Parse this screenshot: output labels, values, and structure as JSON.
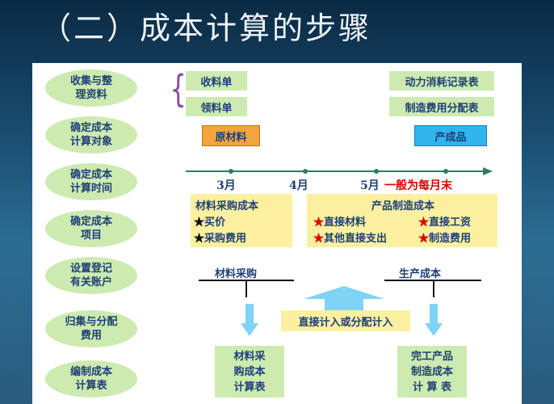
{
  "title": "（二）成本计算的步骤",
  "steps": [
    {
      "line1": "收集与整",
      "line2": "理资料"
    },
    {
      "line1": "确定成本",
      "line2": "计算对象"
    },
    {
      "line1": "确定成本",
      "line2": "计算时间"
    },
    {
      "line1": "确定成本",
      "line2": "项目"
    },
    {
      "line1": "设置登记",
      "line2": "有关账户"
    },
    {
      "line1": "归集与分配",
      "line2": "费用"
    },
    {
      "line1": "编制成本",
      "line2": "计算表"
    }
  ],
  "documents": {
    "shouliao": "收料单",
    "lingliao": "领料单",
    "dongli": "动力消耗记录表",
    "zhizao": "制造费用分配表"
  },
  "objects": {
    "raw": "原材料",
    "product": "产成品"
  },
  "timeline": {
    "m3": "3月",
    "m4": "4月",
    "m5": "5月",
    "note": "一般为每月末"
  },
  "cost_items": {
    "purchase": {
      "title": "材料采购成本",
      "items": [
        "买价",
        "采购费用"
      ]
    },
    "production": {
      "title": "产品制造成本",
      "items": [
        "直接材料",
        "直接工资",
        "其他直接支出",
        "制造费用"
      ]
    }
  },
  "star_glyph": "★",
  "accounts": {
    "purchase": "材料采购",
    "production": "生产成本"
  },
  "flow": "直接计入或分配计入",
  "outputs": {
    "left": {
      "l1": "材料采",
      "l2": "购成本",
      "l3": "计算表"
    },
    "right": {
      "l1": "完工产品",
      "l2": "制造成本",
      "l3": "计 算 表"
    }
  },
  "colors": {
    "accent_text": "#1f3f78",
    "oval": "#cdebb0",
    "highlight": "#faf0a0",
    "raw": "#f3a53d",
    "product": "#2fb4ec",
    "note_red": "#e00000",
    "arrow": "#7fd3f5"
  }
}
